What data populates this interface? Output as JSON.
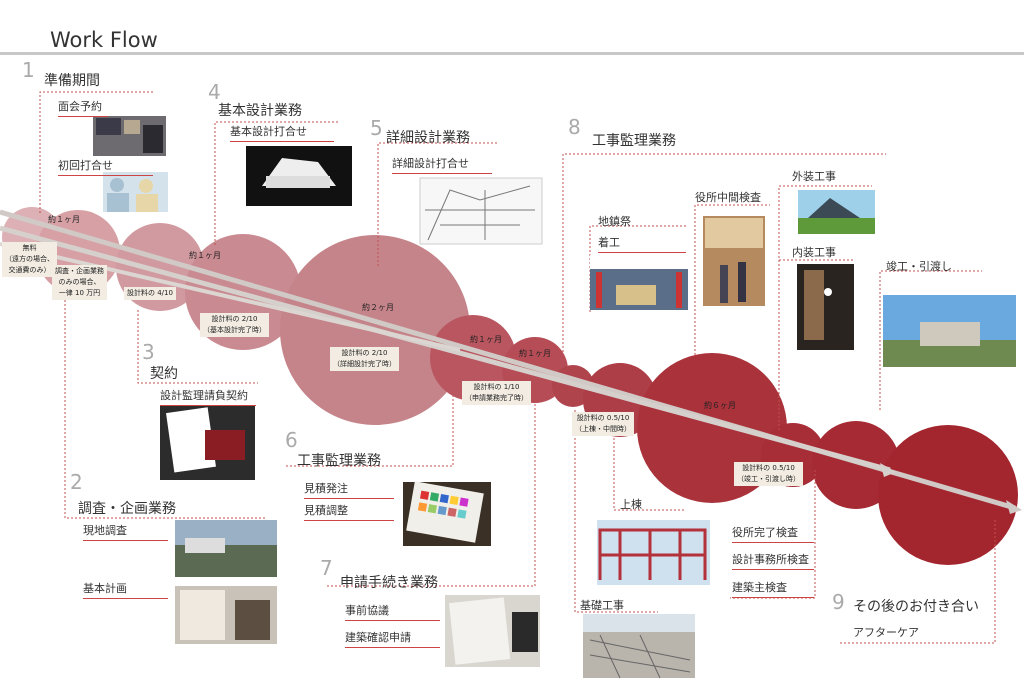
{
  "title": "Work Flow",
  "stages": [
    {
      "num": "1",
      "name": "準備期間",
      "items": [
        "面会予約",
        "初回打合せ"
      ]
    },
    {
      "num": "2",
      "name": "調査・企画業務",
      "items": [
        "現地調査",
        "基本計画"
      ]
    },
    {
      "num": "3",
      "name": "契約",
      "items": [
        "設計監理請負契約"
      ]
    },
    {
      "num": "4",
      "name": "基本設計業務",
      "items": [
        "基本設計打合せ"
      ]
    },
    {
      "num": "5",
      "name": "詳細設計業務",
      "items": [
        "詳細設計打合せ"
      ]
    },
    {
      "num": "6",
      "name": "工事監理業務",
      "items": [
        "見積発注",
        "見積調整"
      ]
    },
    {
      "num": "7",
      "name": "申請手続き業務",
      "items": [
        "事前協議",
        "建築確認申請"
      ]
    },
    {
      "num": "8",
      "name": "工事監理業務",
      "items": [
        "地鎮祭",
        "着工",
        "役所中間検査",
        "外装工事",
        "内装工事",
        "竣工・引渡し",
        "上棟",
        "基礎工事",
        "役所完了検査",
        "設計事務所検査",
        "建築主検査"
      ]
    },
    {
      "num": "9",
      "name": "その後のお付き合い",
      "items": [
        "アフターケア"
      ]
    }
  ],
  "phases": [
    "約１ヶ月",
    "約１ヶ月",
    "約２ヶ月",
    "約１ヶ月",
    "約１ヶ月",
    "約６ヶ月"
  ],
  "fees": [
    {
      "lines": [
        "無料",
        "（遠方の場合、",
        "交通費のみ）"
      ]
    },
    {
      "lines": [
        "調査・企画業務",
        "のみの場合、",
        "一律 10 万円"
      ]
    },
    {
      "lines": [
        "設計料の 4/10"
      ]
    },
    {
      "lines": [
        "設計料の 2/10",
        "（基本設計完了時）"
      ]
    },
    {
      "lines": [
        "設計料の 2/10",
        "（詳細設計完了時）"
      ]
    },
    {
      "lines": [
        "設計料の 1/10",
        "（申請業務完了時）"
      ]
    },
    {
      "lines": [
        "設計料の 0.5/10",
        "（上棟・中間時）"
      ]
    },
    {
      "lines": [
        "設計料の 0.5/10",
        "（竣工・引渡し時）"
      ]
    }
  ],
  "colors": {
    "circle_light": "#d9a7ab",
    "circle_mid": "#c4777e",
    "circle_dark": "#a92930",
    "dash": "#c0504d",
    "arrow": "#c8c0bc"
  }
}
